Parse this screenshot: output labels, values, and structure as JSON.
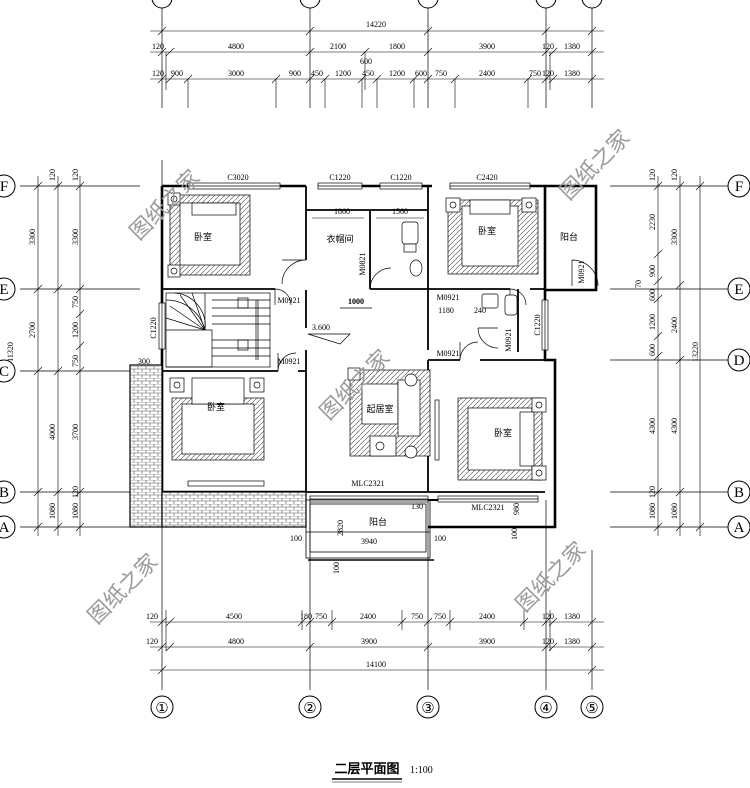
{
  "title": "二层平面图",
  "scale": "1:100",
  "watermark": "图纸之家",
  "axes": {
    "bottom": [
      "①",
      "②",
      "③",
      "④",
      "⑤"
    ],
    "side": [
      "F",
      "E",
      "D",
      "C",
      "B",
      "A"
    ]
  },
  "dimensions": {
    "top_total": "14220",
    "top_row1": [
      "120",
      "4800",
      "2100",
      "1800",
      "3900",
      "120",
      "1380"
    ],
    "top_row2": [
      "120",
      "900",
      "3000",
      "900",
      "450",
      "1200",
      "450",
      "1200",
      "600",
      "750",
      "2400",
      "750",
      "120",
      "1380"
    ],
    "top_row2_extra": "600",
    "bottom_row1": [
      "120",
      "4500",
      "180",
      "750",
      "2400",
      "750",
      "750",
      "2400",
      "120",
      "1380"
    ],
    "bottom_row2": [
      "120",
      "4800",
      "3900",
      "3900",
      "120",
      "1380"
    ],
    "bottom_total": "14100",
    "left_outer": [
      "3300",
      "2700",
      "4000",
      "1080"
    ],
    "left_total": "11320",
    "left_inner": [
      "120",
      "3300",
      "750",
      "1200",
      "750",
      "3700",
      "120",
      "1080"
    ],
    "left_small": "120",
    "right_outer": [
      "2230",
      "900",
      "600",
      "1200",
      "600",
      "4300",
      "1080"
    ],
    "right_mid": [
      "3300",
      "2400",
      "4300",
      "1080"
    ],
    "right_total": "13220",
    "right_small": [
      "120",
      "120",
      "120",
      "70"
    ],
    "interior": [
      "1860",
      "1560",
      "1180",
      "240",
      "2820",
      "3940",
      "100",
      "100",
      "100",
      "130",
      "100",
      "980",
      "1000",
      "3.600",
      "300"
    ]
  },
  "rooms": {
    "bedroom_nw": "卧室",
    "bedroom_w": "卧室",
    "bedroom_ne": "卧室",
    "bedroom_se": "卧室",
    "closet": "衣帽间",
    "living": "起居室",
    "balcony_ne": "阳台",
    "balcony_s": "阳台"
  },
  "openings": {
    "C3020": "C3020",
    "C1220a": "C1220",
    "C1220b": "C1220",
    "C2420": "C2420",
    "C1220c": "C1220",
    "C1220d": "C1220",
    "M0921a": "M0921",
    "M0921b": "M0921",
    "M0921c": "M0921",
    "M0921d": "M0921",
    "M0921e": "M0921",
    "M0921f": "M0921",
    "M0821": "M0821",
    "MLC2321a": "MLC2321",
    "MLC2321b": "MLC2321"
  },
  "colors": {
    "line": "#000000",
    "wall": "#000000",
    "watermark": "#9a9a9a",
    "hatch": "#7a7a7a"
  }
}
